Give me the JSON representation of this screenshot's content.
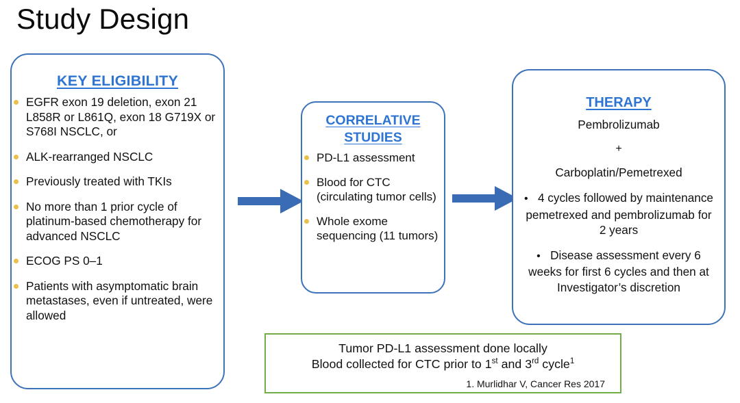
{
  "slide": {
    "title": "Study Design"
  },
  "colors": {
    "box_border_blue": "#3c72b9",
    "heading_blue": "#2e74d3",
    "bullet_gold": "#e8c04a",
    "arrow_blue": "#3a6cb5",
    "footnote_border_green": "#70ad47",
    "text_black": "#111111",
    "background": "#ffffff"
  },
  "eligibility": {
    "heading": "KEY ELIGIBILITY",
    "items": [
      "EGFR exon 19 deletion, exon 21 L858R or L861Q, exon 18 G719X or S768I NSCLC, or",
      "ALK-rearranged NSCLC",
      "Previously treated with TKIs",
      "No more than 1 prior cycle of platinum-based chemotherapy for advanced NSCLC",
      "ECOG PS 0–1",
      "Patients with asymptomatic brain metastases, even if untreated, were allowed"
    ]
  },
  "correlative": {
    "heading_line1": "CORRELATIVE",
    "heading_line2": "STUDIES",
    "items": [
      "PD-L1 assessment",
      "Blood for CTC (circulating tumor cells)",
      "Whole exome sequencing (11 tumors)"
    ]
  },
  "therapy": {
    "heading": "THERAPY",
    "drug_1": "Pembrolizumab",
    "plus": "+",
    "drug_2": "Carboplatin/Pemetrexed",
    "bullet_glyph": "•",
    "bullet_1": "4 cycles followed by maintenance pemetrexed and pembrolizumab for 2 years",
    "bullet_2": "Disease assessment every 6 weeks for first 6 cycles and then at Investigator’s discretion"
  },
  "footnote": {
    "line1": "Tumor PD-L1 assessment done locally",
    "line2_a": "Blood collected for CTC prior to 1",
    "line2_sup1": "st",
    "line2_b": " and 3",
    "line2_sup2": "rd",
    "line2_c": " cycle",
    "line2_sup3": "1",
    "citation": "1. Murlidhar V, Cancer Res 2017"
  },
  "arrows": {
    "arrow_1_label": "eligibility-to-correlative",
    "arrow_2_label": "correlative-to-therapy"
  }
}
